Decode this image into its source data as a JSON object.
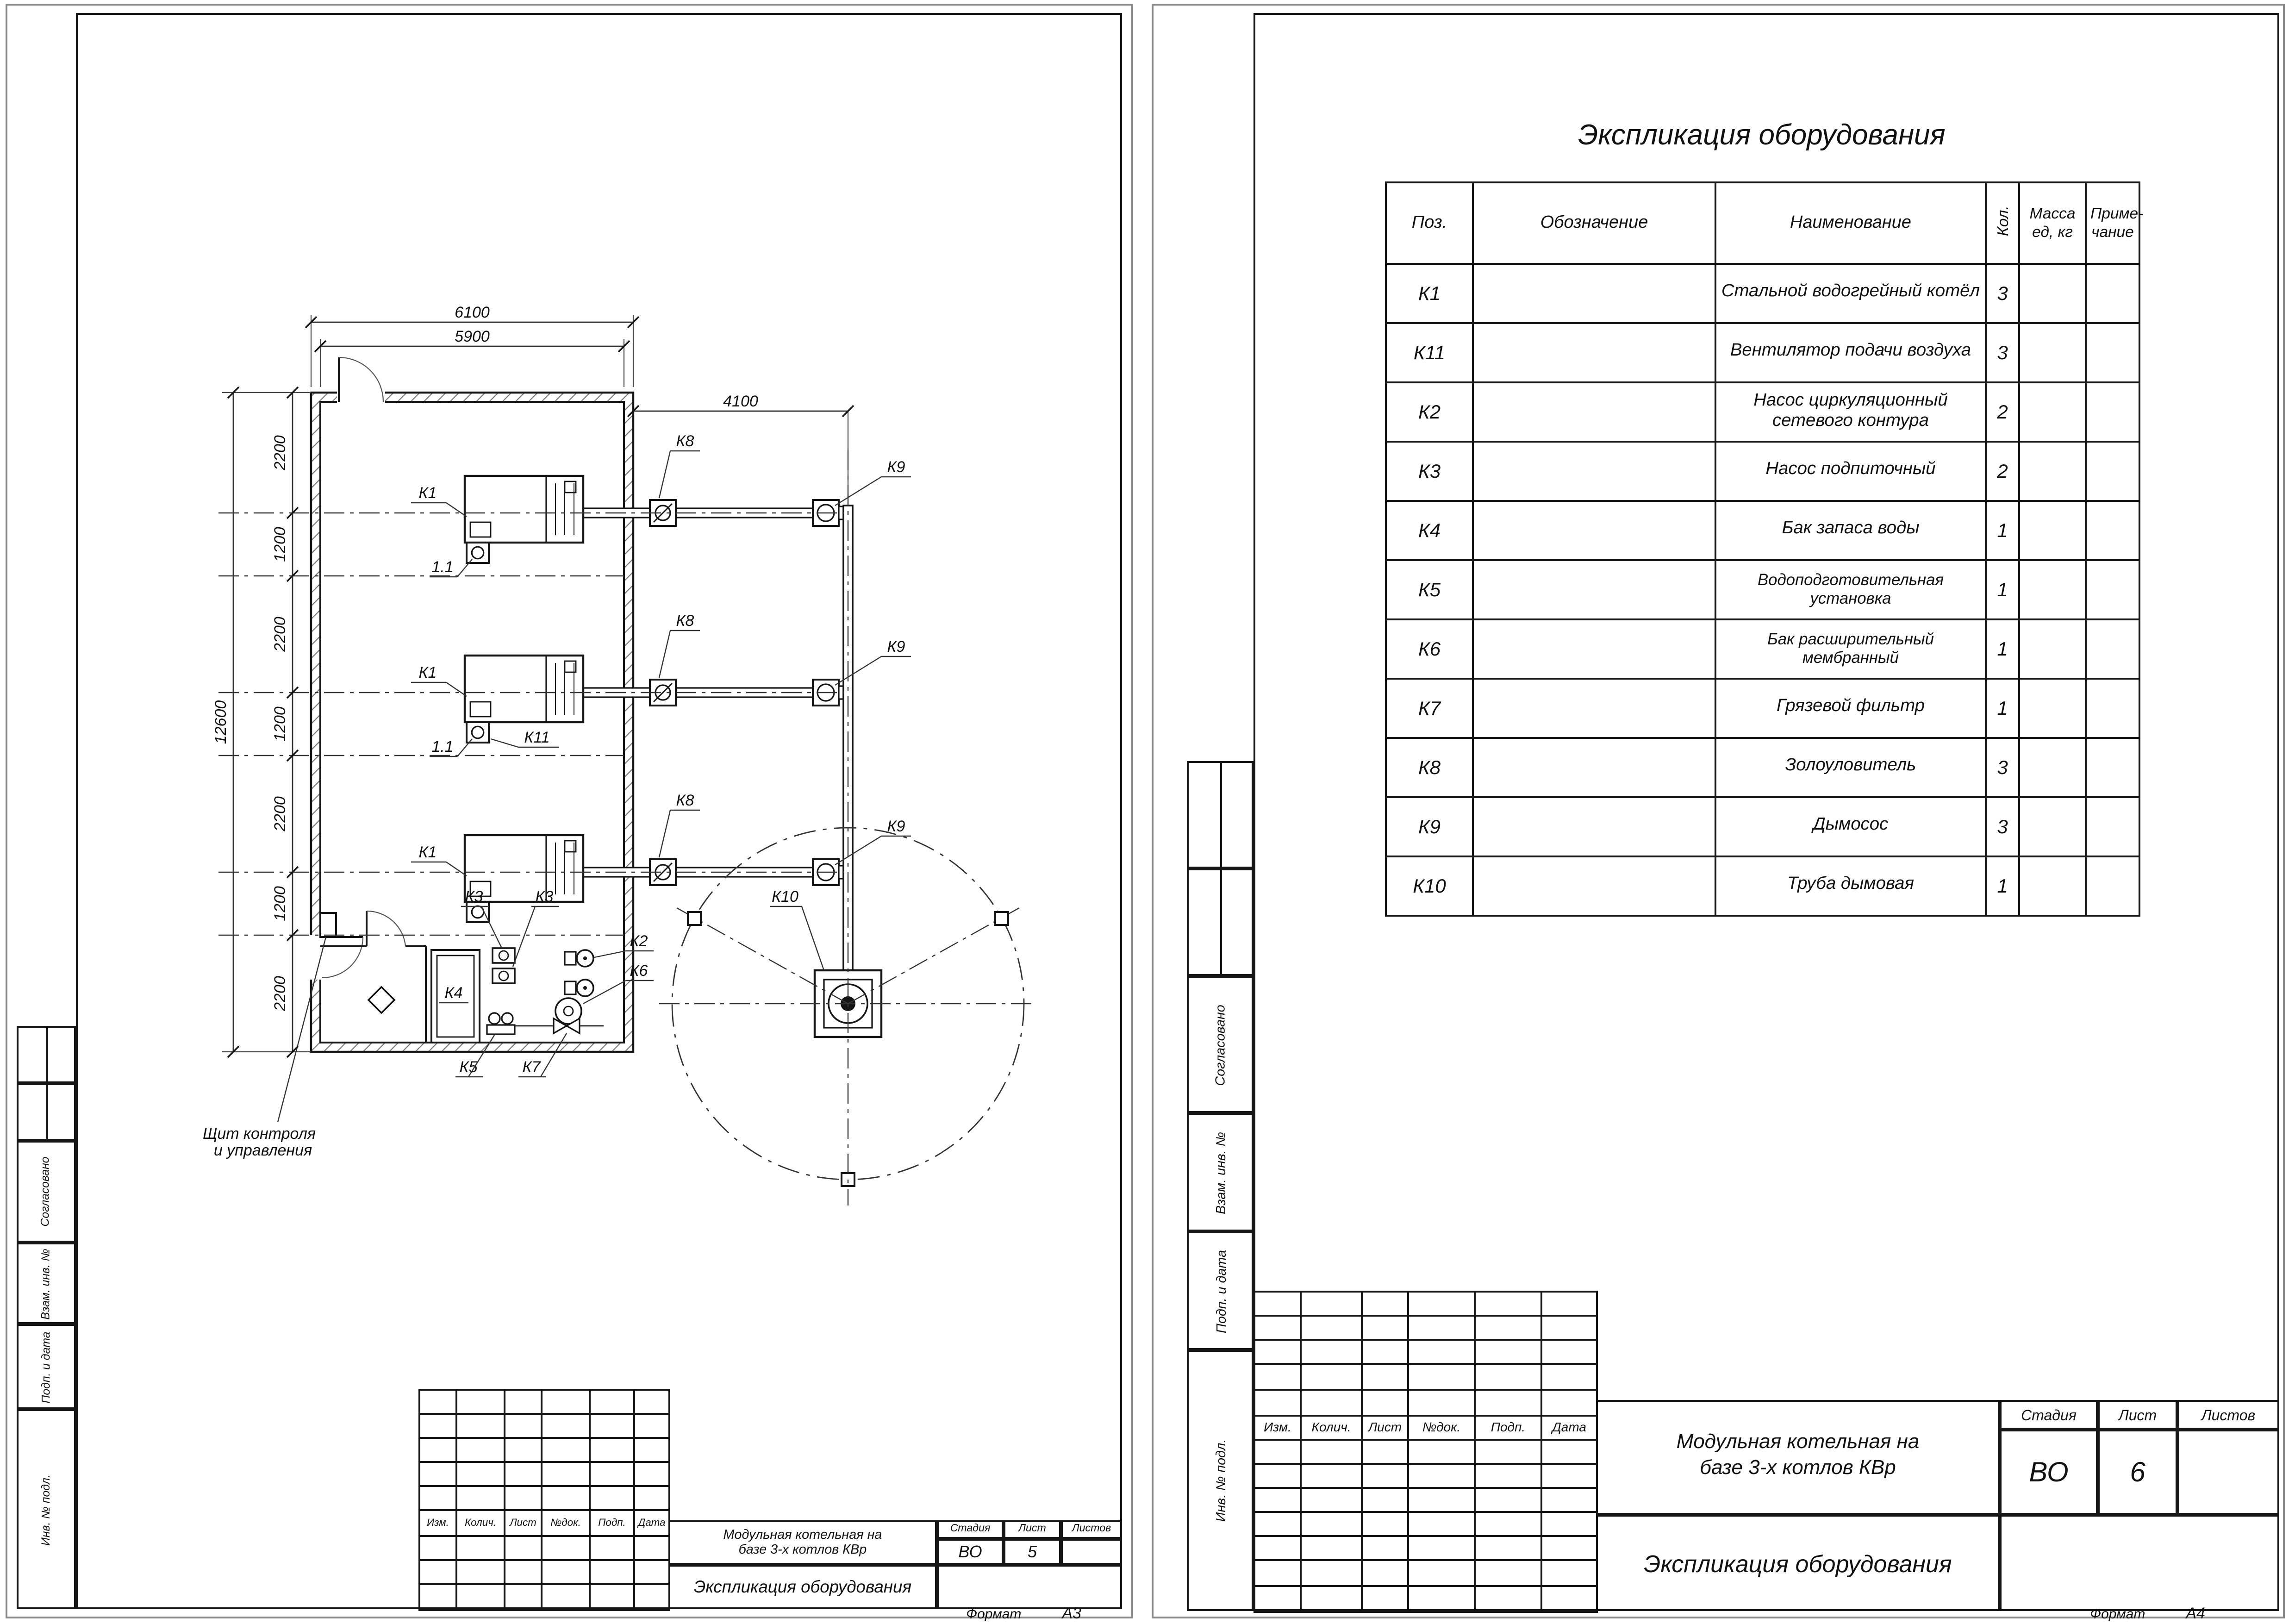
{
  "sheet_left": {
    "margin_labels": [
      "Согласовано",
      "Взам. инв. №",
      "Подп. и дата",
      "Инв. № подл."
    ],
    "plan": {
      "dim_top_outer": "6100",
      "dim_top_inner": "5900",
      "dim_right": "4100",
      "dim_overall_left": "12600",
      "dim_left_segments": [
        "2200",
        "1200",
        "2200",
        "1200",
        "2200",
        "1200",
        "2200"
      ],
      "labels": {
        "boiler": "К1",
        "fan": "К11",
        "pump_network": "К2",
        "pump_makeup": "К3",
        "tank": "К4",
        "water_treatment": "К5",
        "exp_tank": "К6",
        "filter": "К7",
        "ash_collector": "К8",
        "smoke_exhauster": "К9",
        "chimney": "К10",
        "section_mark": "1.1",
        "panel_line1": "Щит контроля",
        "panel_line2": "и управления"
      }
    },
    "title_block": {
      "cols": [
        "Изм.",
        "Колич.",
        "Лист",
        "№док.",
        "Подп.",
        "Дата"
      ],
      "title_line1": "Модульная котельная на",
      "title_line2": "базе 3-х котлов КВр",
      "stage_label": "Стадия",
      "stage_value": "ВО",
      "sheet_label": "Лист",
      "sheet_value": "5",
      "sheets_label": "Листов",
      "sheets_value": "",
      "doc_title": "Экспликация оборудования"
    },
    "format_note": {
      "label": "Формат",
      "value": "А3"
    }
  },
  "sheet_right": {
    "margin_labels": [
      "Согласовано",
      "Взам. инв. №",
      "Подп. и дата",
      "Инв. № подл."
    ],
    "spec_table": {
      "title": "Экспликация оборудования",
      "col_pos": "Поз.",
      "col_designation": "Обозначение",
      "col_name": "Наименование",
      "col_qty": "Кол.",
      "col_mass_line1": "Масса",
      "col_mass_line2": "ед, кг",
      "col_note_line1": "Приме-",
      "col_note_line2": "чание",
      "rows": [
        {
          "pos": "К1",
          "designation": "",
          "name": "Стальной водогрейный котёл",
          "qty": "3",
          "mass": "",
          "note": ""
        },
        {
          "pos": "К11",
          "designation": "",
          "name": "Вентилятор подачи воздуха",
          "qty": "3",
          "mass": "",
          "note": ""
        },
        {
          "pos": "К2",
          "designation": "",
          "name": "Насос циркуляционный сетевого контура",
          "qty": "2",
          "mass": "",
          "note": ""
        },
        {
          "pos": "К3",
          "designation": "",
          "name": "Насос подпиточный",
          "qty": "2",
          "mass": "",
          "note": ""
        },
        {
          "pos": "К4",
          "designation": "",
          "name": "Бак запаса воды",
          "qty": "1",
          "mass": "",
          "note": ""
        },
        {
          "pos": "К5",
          "designation": "",
          "name": "Водоподготовительная установка",
          "qty": "1",
          "mass": "",
          "note": ""
        },
        {
          "pos": "К6",
          "designation": "",
          "name": "Бак расширительный мембранный",
          "qty": "1",
          "mass": "",
          "note": ""
        },
        {
          "pos": "К7",
          "designation": "",
          "name": "Грязевой фильтр",
          "qty": "1",
          "mass": "",
          "note": ""
        },
        {
          "pos": "К8",
          "designation": "",
          "name": "Золоуловитель",
          "qty": "3",
          "mass": "",
          "note": ""
        },
        {
          "pos": "К9",
          "designation": "",
          "name": "Дымосос",
          "qty": "3",
          "mass": "",
          "note": ""
        },
        {
          "pos": "К10",
          "designation": "",
          "name": "Труба дымовая",
          "qty": "1",
          "mass": "",
          "note": ""
        }
      ]
    },
    "title_block": {
      "cols": [
        "Изм.",
        "Колич.",
        "Лист",
        "№док.",
        "Подп.",
        "Дата"
      ],
      "title_line1": "Модульная котельная на",
      "title_line2": "базе 3-х котлов КВр",
      "stage_label": "Стадия",
      "stage_value": "ВО",
      "sheet_label": "Лист",
      "sheet_value": "6",
      "sheets_label": "Листов",
      "sheets_value": "",
      "doc_title": "Экспликация оборудования"
    },
    "format_note": {
      "label": "Формат",
      "value": "А4"
    }
  }
}
